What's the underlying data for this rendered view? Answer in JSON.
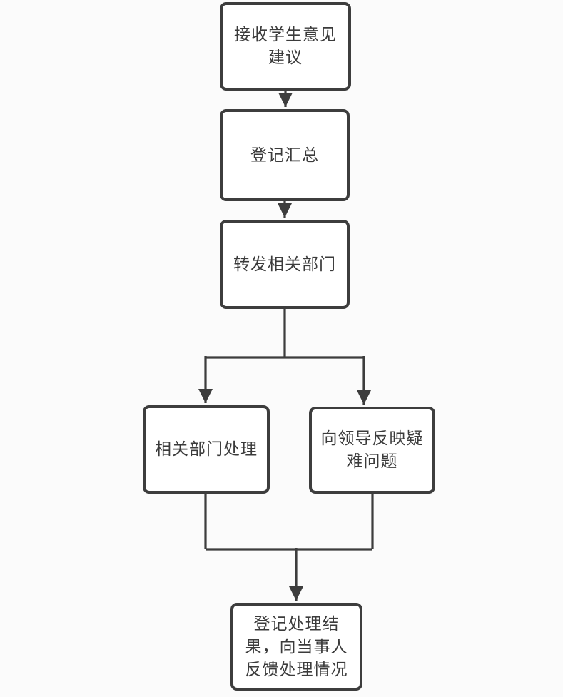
{
  "colors": {
    "background": "#fbfbfb",
    "node_fill": "#ffffff",
    "node_border": "#3d3d3d",
    "connector": "#3d3d3d",
    "text": "#3b3b3b"
  },
  "diagram": {
    "type": "flowchart",
    "direction": "top-down",
    "nodes": [
      {
        "id": "receive-suggestions",
        "label": "接收学生意见建议",
        "lines": [
          "接收学生意见",
          "建议"
        ]
      },
      {
        "id": "register-summarize",
        "label": "登记汇总",
        "lines": [
          "登记汇总"
        ]
      },
      {
        "id": "forward-departments",
        "label": "转发相关部门",
        "lines": [
          "转发相关部门"
        ]
      },
      {
        "id": "department-handle",
        "label": "相关部门处理",
        "lines": [
          "相关部门处理"
        ]
      },
      {
        "id": "report-to-leaders",
        "label": "向领导反映疑难问题",
        "lines": [
          "向领导反映疑",
          "难问题"
        ]
      },
      {
        "id": "record-and-feedback",
        "label": "登记处理结果，向当事人反馈处理情况",
        "lines": [
          "登记处理结",
          "果，向当事人",
          "反馈处理情况"
        ]
      }
    ],
    "edges": [
      {
        "from": "receive-suggestions",
        "to": "register-summarize"
      },
      {
        "from": "register-summarize",
        "to": "forward-departments"
      },
      {
        "from": "forward-departments",
        "to": "department-handle"
      },
      {
        "from": "forward-departments",
        "to": "report-to-leaders"
      },
      {
        "from": "department-handle",
        "to": "record-and-feedback"
      },
      {
        "from": "report-to-leaders",
        "to": "record-and-feedback"
      }
    ]
  }
}
